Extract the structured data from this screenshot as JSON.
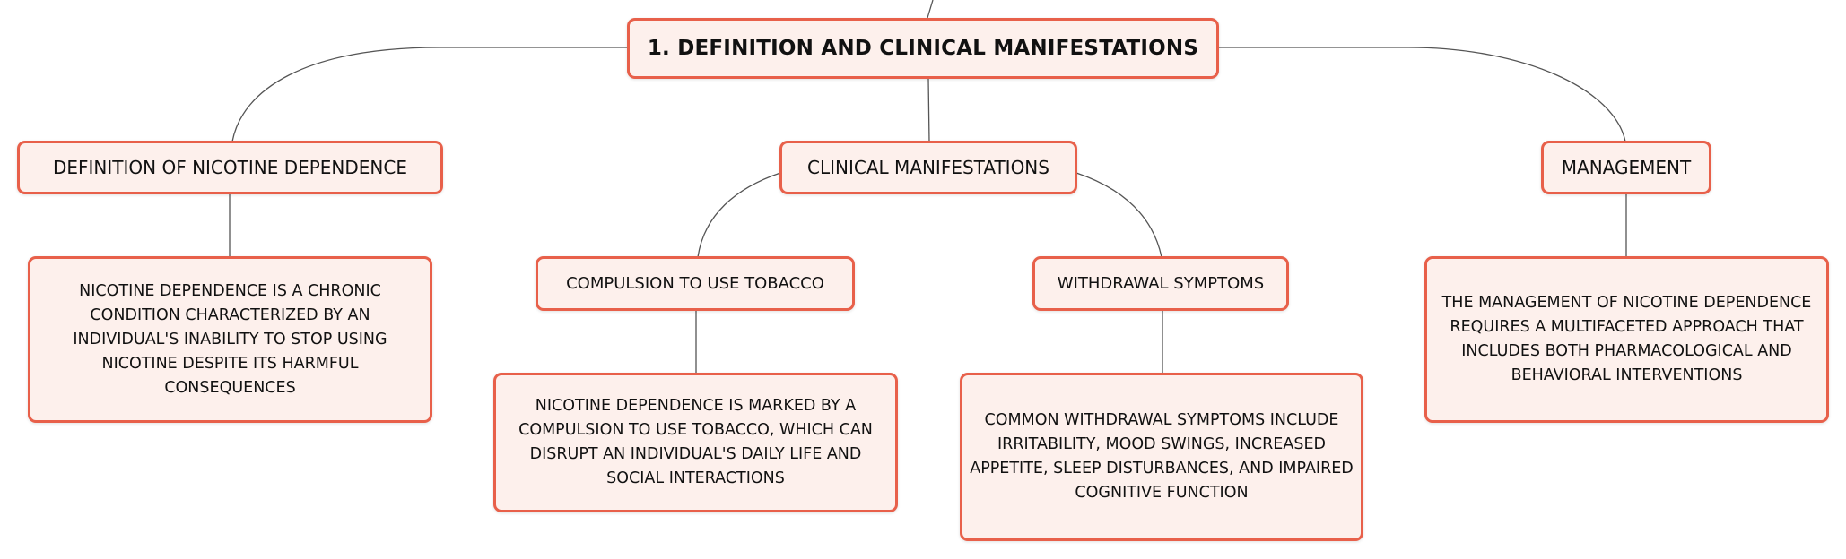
{
  "diagram": {
    "root": {
      "label": "1. DEFINITION AND CLINICAL MANIFESTATIONS"
    },
    "definition": {
      "label": "DEFINITION OF NICOTINE DEPENDENCE",
      "detail": "NICOTINE DEPENDENCE IS A CHRONIC CONDITION CHARACTERIZED BY AN INDIVIDUAL'S INABILITY TO STOP USING NICOTINE DESPITE ITS HARMFUL CONSEQUENCES"
    },
    "clinical": {
      "label": "CLINICAL MANIFESTATIONS",
      "compulsion": {
        "label": "COMPULSION TO USE TOBACCO",
        "detail": "NICOTINE DEPENDENCE IS MARKED BY A COMPULSION TO USE TOBACCO, WHICH CAN DISRUPT AN INDIVIDUAL'S DAILY LIFE AND SOCIAL INTERACTIONS"
      },
      "withdrawal": {
        "label": "WITHDRAWAL SYMPTOMS",
        "detail": "COMMON WITHDRAWAL SYMPTOMS INCLUDE IRRITABILITY, MOOD SWINGS, INCREASED APPETITE, SLEEP DISTURBANCES, AND IMPAIRED COGNITIVE FUNCTION"
      }
    },
    "management": {
      "label": "MANAGEMENT",
      "detail": "THE MANAGEMENT OF NICOTINE DEPENDENCE REQUIRES A MULTIFACETED APPROACH THAT INCLUDES BOTH PHARMACOLOGICAL AND BEHAVIORAL INTERVENTIONS"
    },
    "colors": {
      "node_border": "#e8604a",
      "node_fill": "#fdf0ec",
      "connector": "#555555"
    }
  }
}
